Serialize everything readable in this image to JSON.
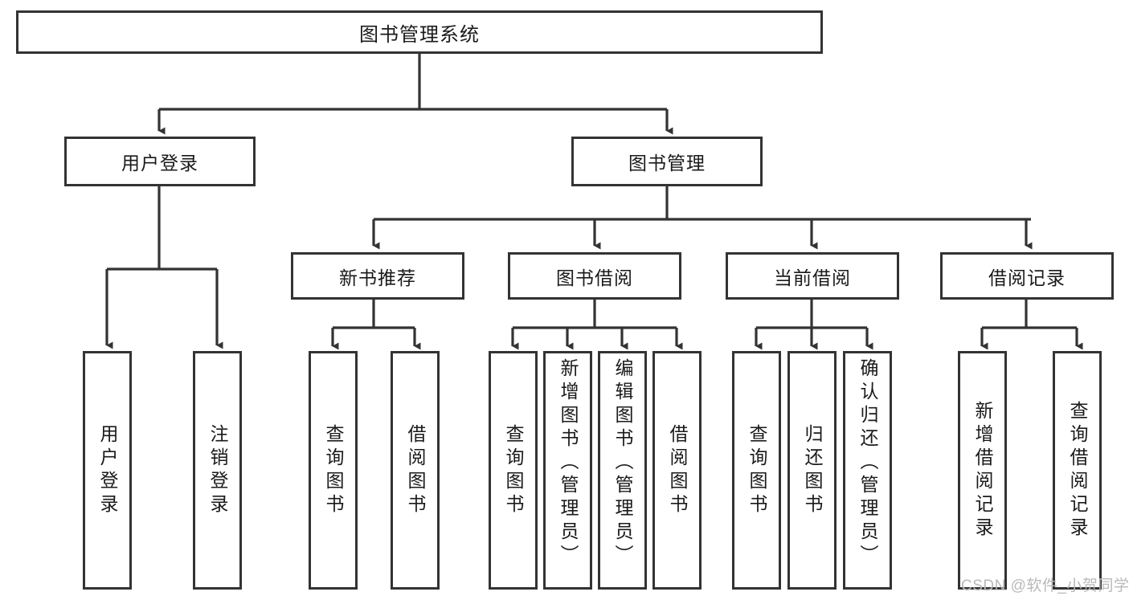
{
  "diagram": {
    "type": "hierarchy-tree",
    "title": "图书管理系统",
    "orientation": "top-down",
    "levels": 4,
    "root": {
      "id": "root",
      "label": "图书管理系统"
    },
    "level2": [
      {
        "id": "user-login",
        "label": "用户登录"
      },
      {
        "id": "book-management",
        "label": "图书管理"
      }
    ],
    "level3": [
      {
        "id": "new-book-recommend",
        "label": "新书推荐",
        "parent": "book-management"
      },
      {
        "id": "book-borrow",
        "label": "图书借阅",
        "parent": "book-management"
      },
      {
        "id": "current-borrow",
        "label": "当前借阅",
        "parent": "book-management"
      },
      {
        "id": "borrow-record",
        "label": "借阅记录",
        "parent": "book-management"
      }
    ],
    "leaves": [
      {
        "id": "leaf-user-login",
        "label": "用户登录",
        "parent": "user-login"
      },
      {
        "id": "leaf-logout-login",
        "label": "注销登录",
        "parent": "user-login"
      },
      {
        "id": "leaf-query-book-1",
        "label": "查询图书",
        "parent": "new-book-recommend"
      },
      {
        "id": "leaf-borrow-book-1",
        "label": "借阅图书",
        "parent": "new-book-recommend"
      },
      {
        "id": "leaf-query-book-2",
        "label": "查询图书",
        "parent": "book-borrow"
      },
      {
        "id": "leaf-add-book",
        "label": "新增图书（管理员）",
        "parent": "book-borrow"
      },
      {
        "id": "leaf-edit-book",
        "label": "编辑图书（管理员）",
        "parent": "book-borrow"
      },
      {
        "id": "leaf-borrow-book-2",
        "label": "借阅图书",
        "parent": "book-borrow"
      },
      {
        "id": "leaf-query-book-3",
        "label": "查询图书",
        "parent": "current-borrow"
      },
      {
        "id": "leaf-return-book",
        "label": "归还图书",
        "parent": "current-borrow"
      },
      {
        "id": "leaf-confirm-return",
        "label": "确认归还（管理员）",
        "parent": "current-borrow"
      },
      {
        "id": "leaf-add-record",
        "label": "新增借阅记录",
        "parent": "borrow-record"
      },
      {
        "id": "leaf-query-record",
        "label": "查询借阅记录",
        "parent": "borrow-record"
      }
    ],
    "colors": {
      "border": "#333333",
      "background": "#ffffff",
      "text": "#1a1a1a",
      "watermark": "#b9b9b9"
    }
  },
  "watermark": {
    "text": "CSDN @软件_小贺同学"
  }
}
